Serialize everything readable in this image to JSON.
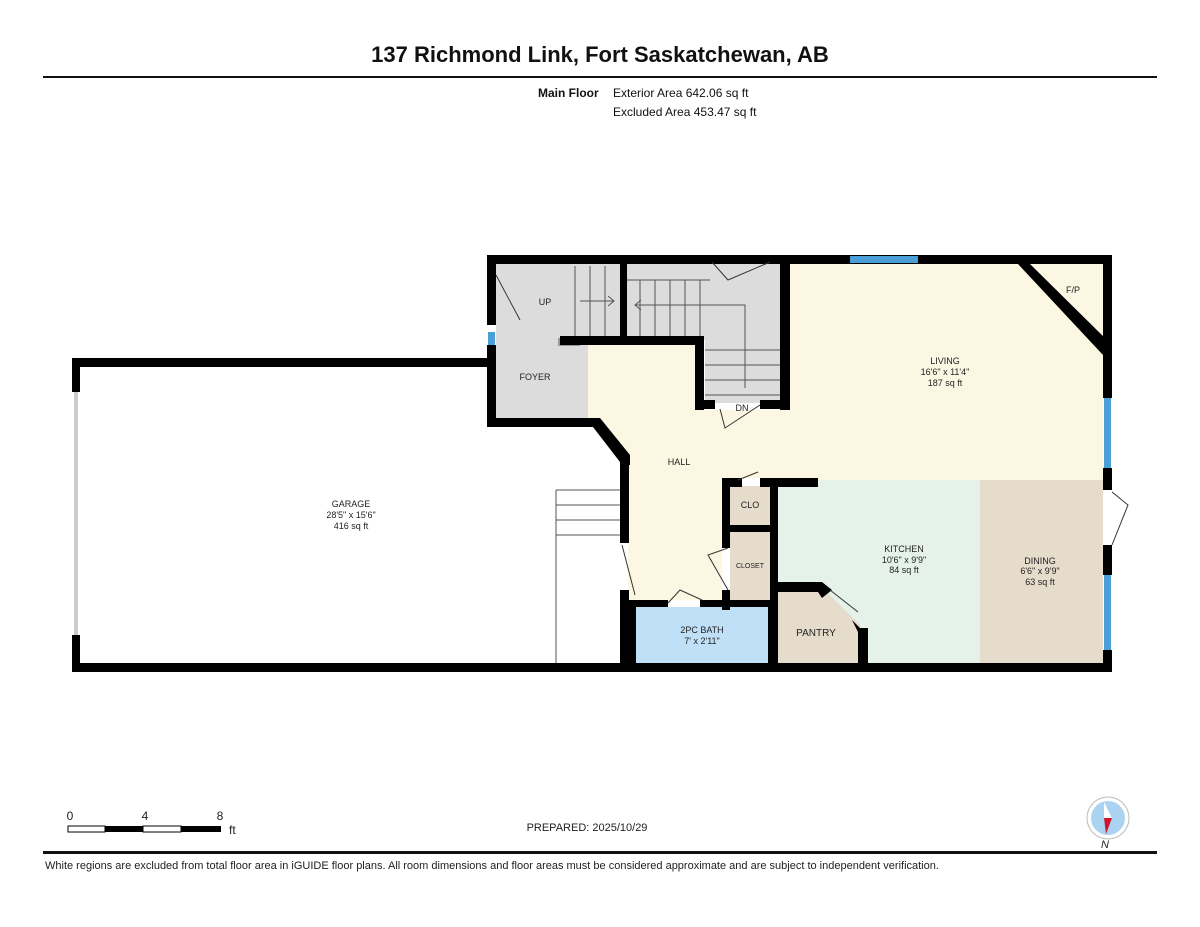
{
  "header": {
    "title": "137 Richmond Link, Fort Saskatchewan, AB"
  },
  "floor_info": {
    "floor_name": "Main Floor",
    "exterior_area": "Exterior Area 642.06 sq ft",
    "excluded_area": "Excluded Area 453.47 sq ft"
  },
  "rooms": {
    "garage": {
      "name": "GARAGE",
      "dims": "28'5\" x 15'6\"",
      "area": "416 sq ft"
    },
    "foyer": {
      "name": "FOYER"
    },
    "up": {
      "name": "UP"
    },
    "dn": {
      "name": "DN"
    },
    "hall": {
      "name": "HALL"
    },
    "living": {
      "name": "LIVING",
      "dims": "16'6\" x 11'4\"",
      "area": "187 sq ft"
    },
    "fp": {
      "name": "F/P"
    },
    "clo": {
      "name": "CLO"
    },
    "closet": {
      "name": "CLOSET"
    },
    "kitchen": {
      "name": "KITCHEN",
      "dims": "10'6\" x 9'9\"",
      "area": "84 sq ft"
    },
    "dining": {
      "name": "DINING",
      "dims": "6'6\" x 9'9\"",
      "area": "63 sq ft"
    },
    "bath": {
      "name": "2PC BATH",
      "dims": "7' x 2'11\""
    },
    "pantry": {
      "name": "PANTRY"
    }
  },
  "colors": {
    "wall": "#000000",
    "living_hall": "#fbf7e2",
    "kitchen": "#e4f2ea",
    "dining_pantry": "#e6dccb",
    "bath": "#bfe0f7",
    "stairs_foyer": "#dcdcdc",
    "window": "#4a9fd6"
  },
  "scale_bar": {
    "labels": [
      "0",
      "4",
      "8"
    ],
    "unit": "ft"
  },
  "prepared": "PREPARED: 2025/10/29",
  "compass": {
    "label": "N"
  },
  "footer": {
    "disclaimer": "White regions are excluded from total floor area in iGUIDE floor plans. All room dimensions and floor areas must be considered approximate and are subject to independent verification."
  }
}
